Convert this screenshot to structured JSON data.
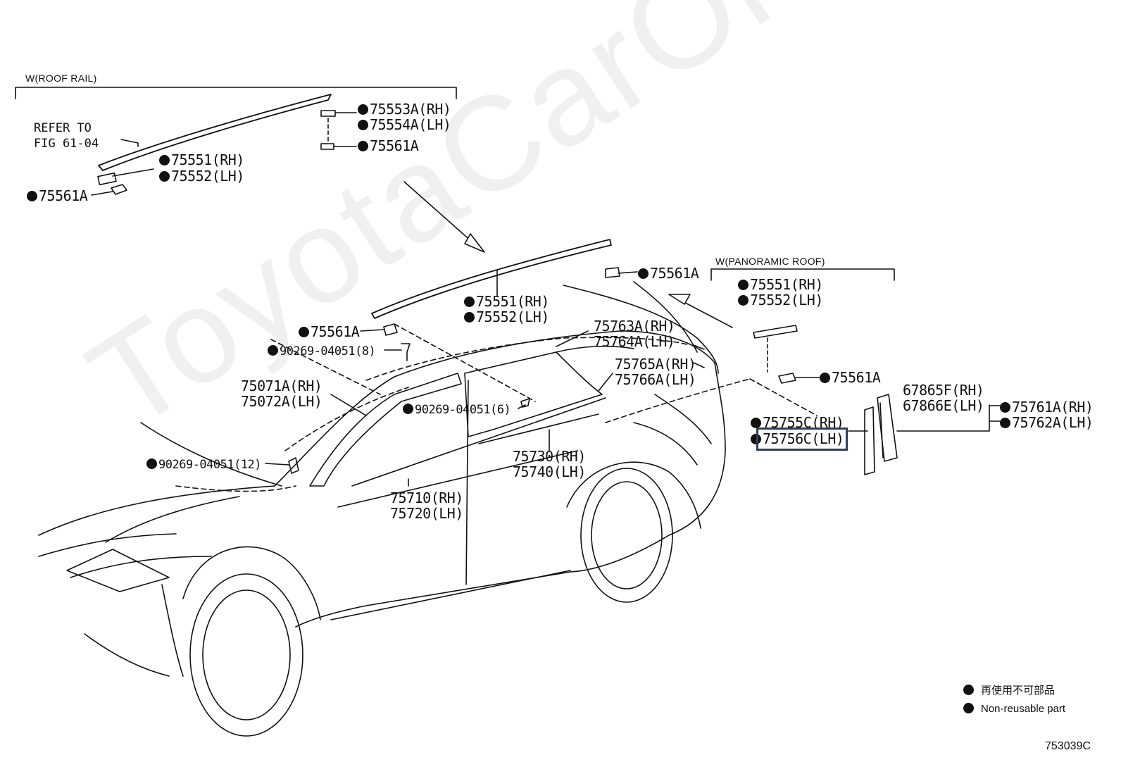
{
  "diagram": {
    "sections": {
      "roof_rail": "W(ROOF RAIL)",
      "panoramic_roof": "W(PANORAMIC ROOF)"
    },
    "reference_note": [
      "REFER TO",
      "FIG 61-04"
    ],
    "labels": {
      "p75553a": "75553A(RH)",
      "p75554a": "75554A(LH)",
      "p75561a_top": "75561A",
      "p75551_top": "75551(RH)",
      "p75552_top": "75552(LH)",
      "p75561a_left": "75561A",
      "p75561a_rail_right": "75561A",
      "p75551_mid": "75551(RH)",
      "p75552_mid": "75552(LH)",
      "p75561a_mid": "75561A",
      "p90269_8": "90269-04051(8)",
      "p75763a": "75763A(RH)",
      "p75764a": "75764A(LH)",
      "p75765a": "75765A(RH)",
      "p75766a": "75766A(LH)",
      "p75071a": "75071A(RH)",
      "p75072a": "75072A(LH)",
      "p90269_6": "90269-04051(6)",
      "p90269_12": "90269-04051(12)",
      "p75730": "75730(RH)",
      "p75740": "75740(LH)",
      "p75710": "75710(RH)",
      "p75720": "75720(LH)",
      "p75551_pano": "75551(RH)",
      "p75552_pano": "75552(LH)",
      "p75561a_pano": "75561A",
      "p67865f": "67865F(RH)",
      "p67866e": "67866E(LH)",
      "p75761a": "75761A(RH)",
      "p75762a": "75762A(LH)",
      "p75755c": "75755C(RH)",
      "p75756c": "75756C(LH)"
    },
    "legend": {
      "jp": "再使用不可部品",
      "en": "Non-reusable part"
    },
    "figure_code": "753039C",
    "watermark": "ToyotaCarOnline.ru",
    "colors": {
      "line": "#111111",
      "highlight": "#2e3f55"
    }
  }
}
